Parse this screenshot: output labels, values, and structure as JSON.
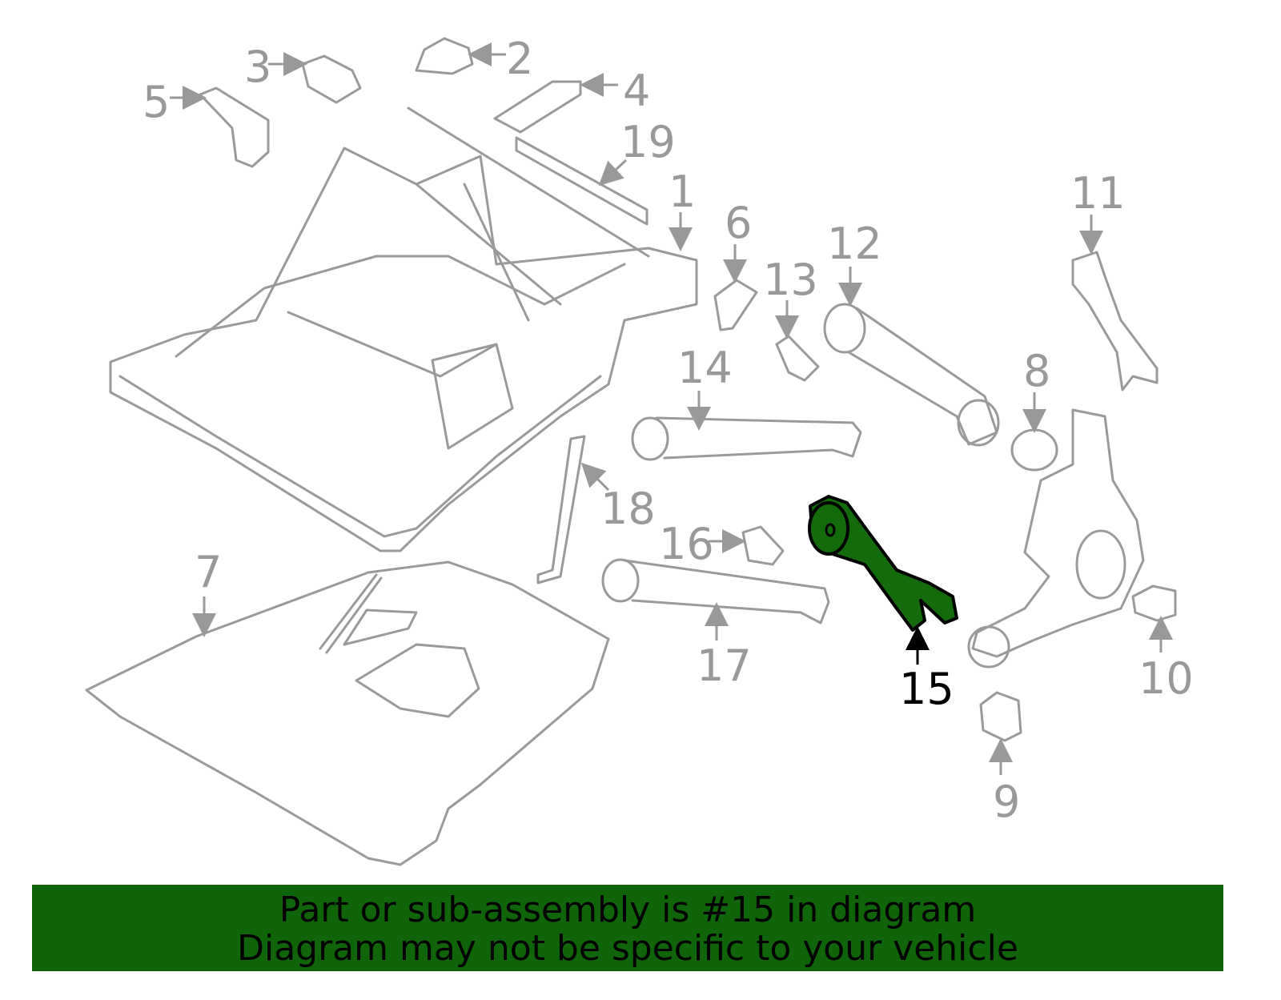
{
  "diagram": {
    "highlighted_part": "15",
    "highlight_color": "#136b0c",
    "callouts": [
      "1",
      "2",
      "3",
      "4",
      "5",
      "6",
      "7",
      "8",
      "9",
      "10",
      "11",
      "12",
      "13",
      "14",
      "15",
      "16",
      "17",
      "18",
      "19"
    ]
  },
  "banner": {
    "line1": "Part or sub-assembly is #15 in diagram",
    "line2": "Diagram may not be specific to your vehicle",
    "color": "#10640a"
  }
}
